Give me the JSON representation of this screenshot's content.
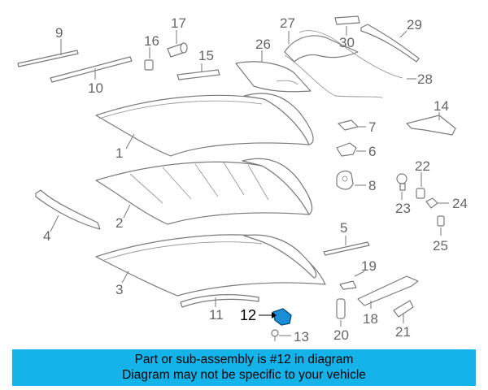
{
  "diagram": {
    "highlighted_part": "12",
    "highlight_color": "#1a8fd6",
    "callouts": [
      "1",
      "2",
      "3",
      "4",
      "5",
      "6",
      "7",
      "8",
      "9",
      "10",
      "11",
      "12",
      "13",
      "14",
      "15",
      "16",
      "17",
      "18",
      "19",
      "20",
      "21",
      "22",
      "23",
      "24",
      "25",
      "26",
      "27",
      "28",
      "29",
      "30"
    ]
  },
  "banner": {
    "line1": "Part or sub-assembly is #12 in diagram",
    "line2": "Diagram may not be specific to your vehicle",
    "background": "#14b4eb"
  }
}
